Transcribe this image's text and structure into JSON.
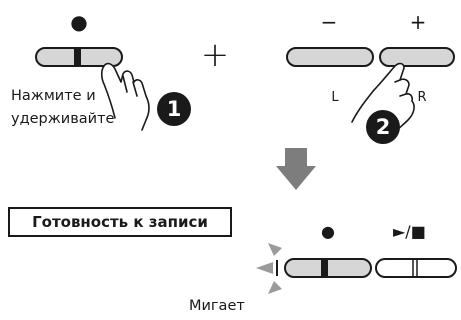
{
  "top_symbols": {
    "record": "●",
    "minus": "−",
    "plus": "+",
    "combine": "+"
  },
  "press_hold_hint": [
    "Нажмите и",
    "удерживайте"
  ],
  "steps": [
    "1",
    "2"
  ],
  "channel_labels": {
    "left": "L",
    "right": "R"
  },
  "status": {
    "ready_label": "Готовность к записи",
    "record_symbol": "●",
    "play_stop_symbol": "►/■",
    "blink_label": "Мигает"
  },
  "colors": {
    "button_fill": "#d6d6d6",
    "button_stroke": "#1a1a1a",
    "arrow": "#7d7d7d",
    "blink_marks": "#9a9a9a"
  }
}
